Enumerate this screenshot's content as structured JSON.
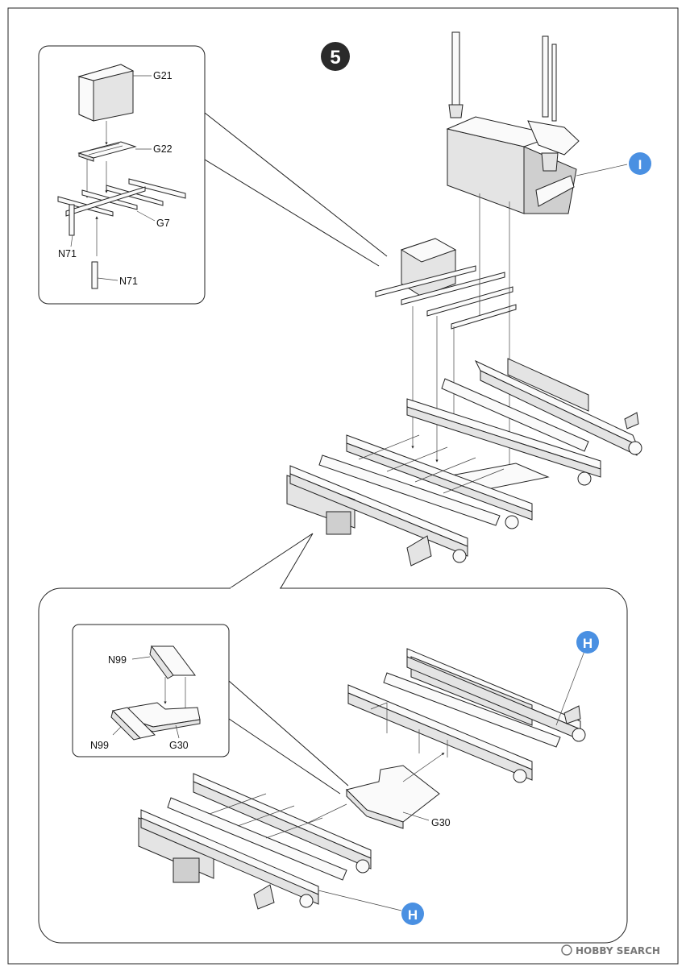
{
  "step": {
    "number": "5"
  },
  "callouts": {
    "upper_assembly": "I",
    "lower_left": "H",
    "lower_right": "H"
  },
  "inset_top": {
    "parts": {
      "box": "G21",
      "plate": "G22",
      "bars": "G7",
      "post_upper": "N71",
      "post_lower": "N71"
    }
  },
  "inset_bottom": {
    "parts": {
      "wedge_upper": "N99",
      "wedge_lower": "N99",
      "base_plate": "G30"
    }
  },
  "main_bottom": {
    "plate": "G30"
  },
  "watermark": {
    "brand": "HOBBY SEARCH"
  },
  "colors": {
    "callout_blue": "#4a90e2",
    "step_badge": "#2a2a2a",
    "line": "#222222"
  }
}
